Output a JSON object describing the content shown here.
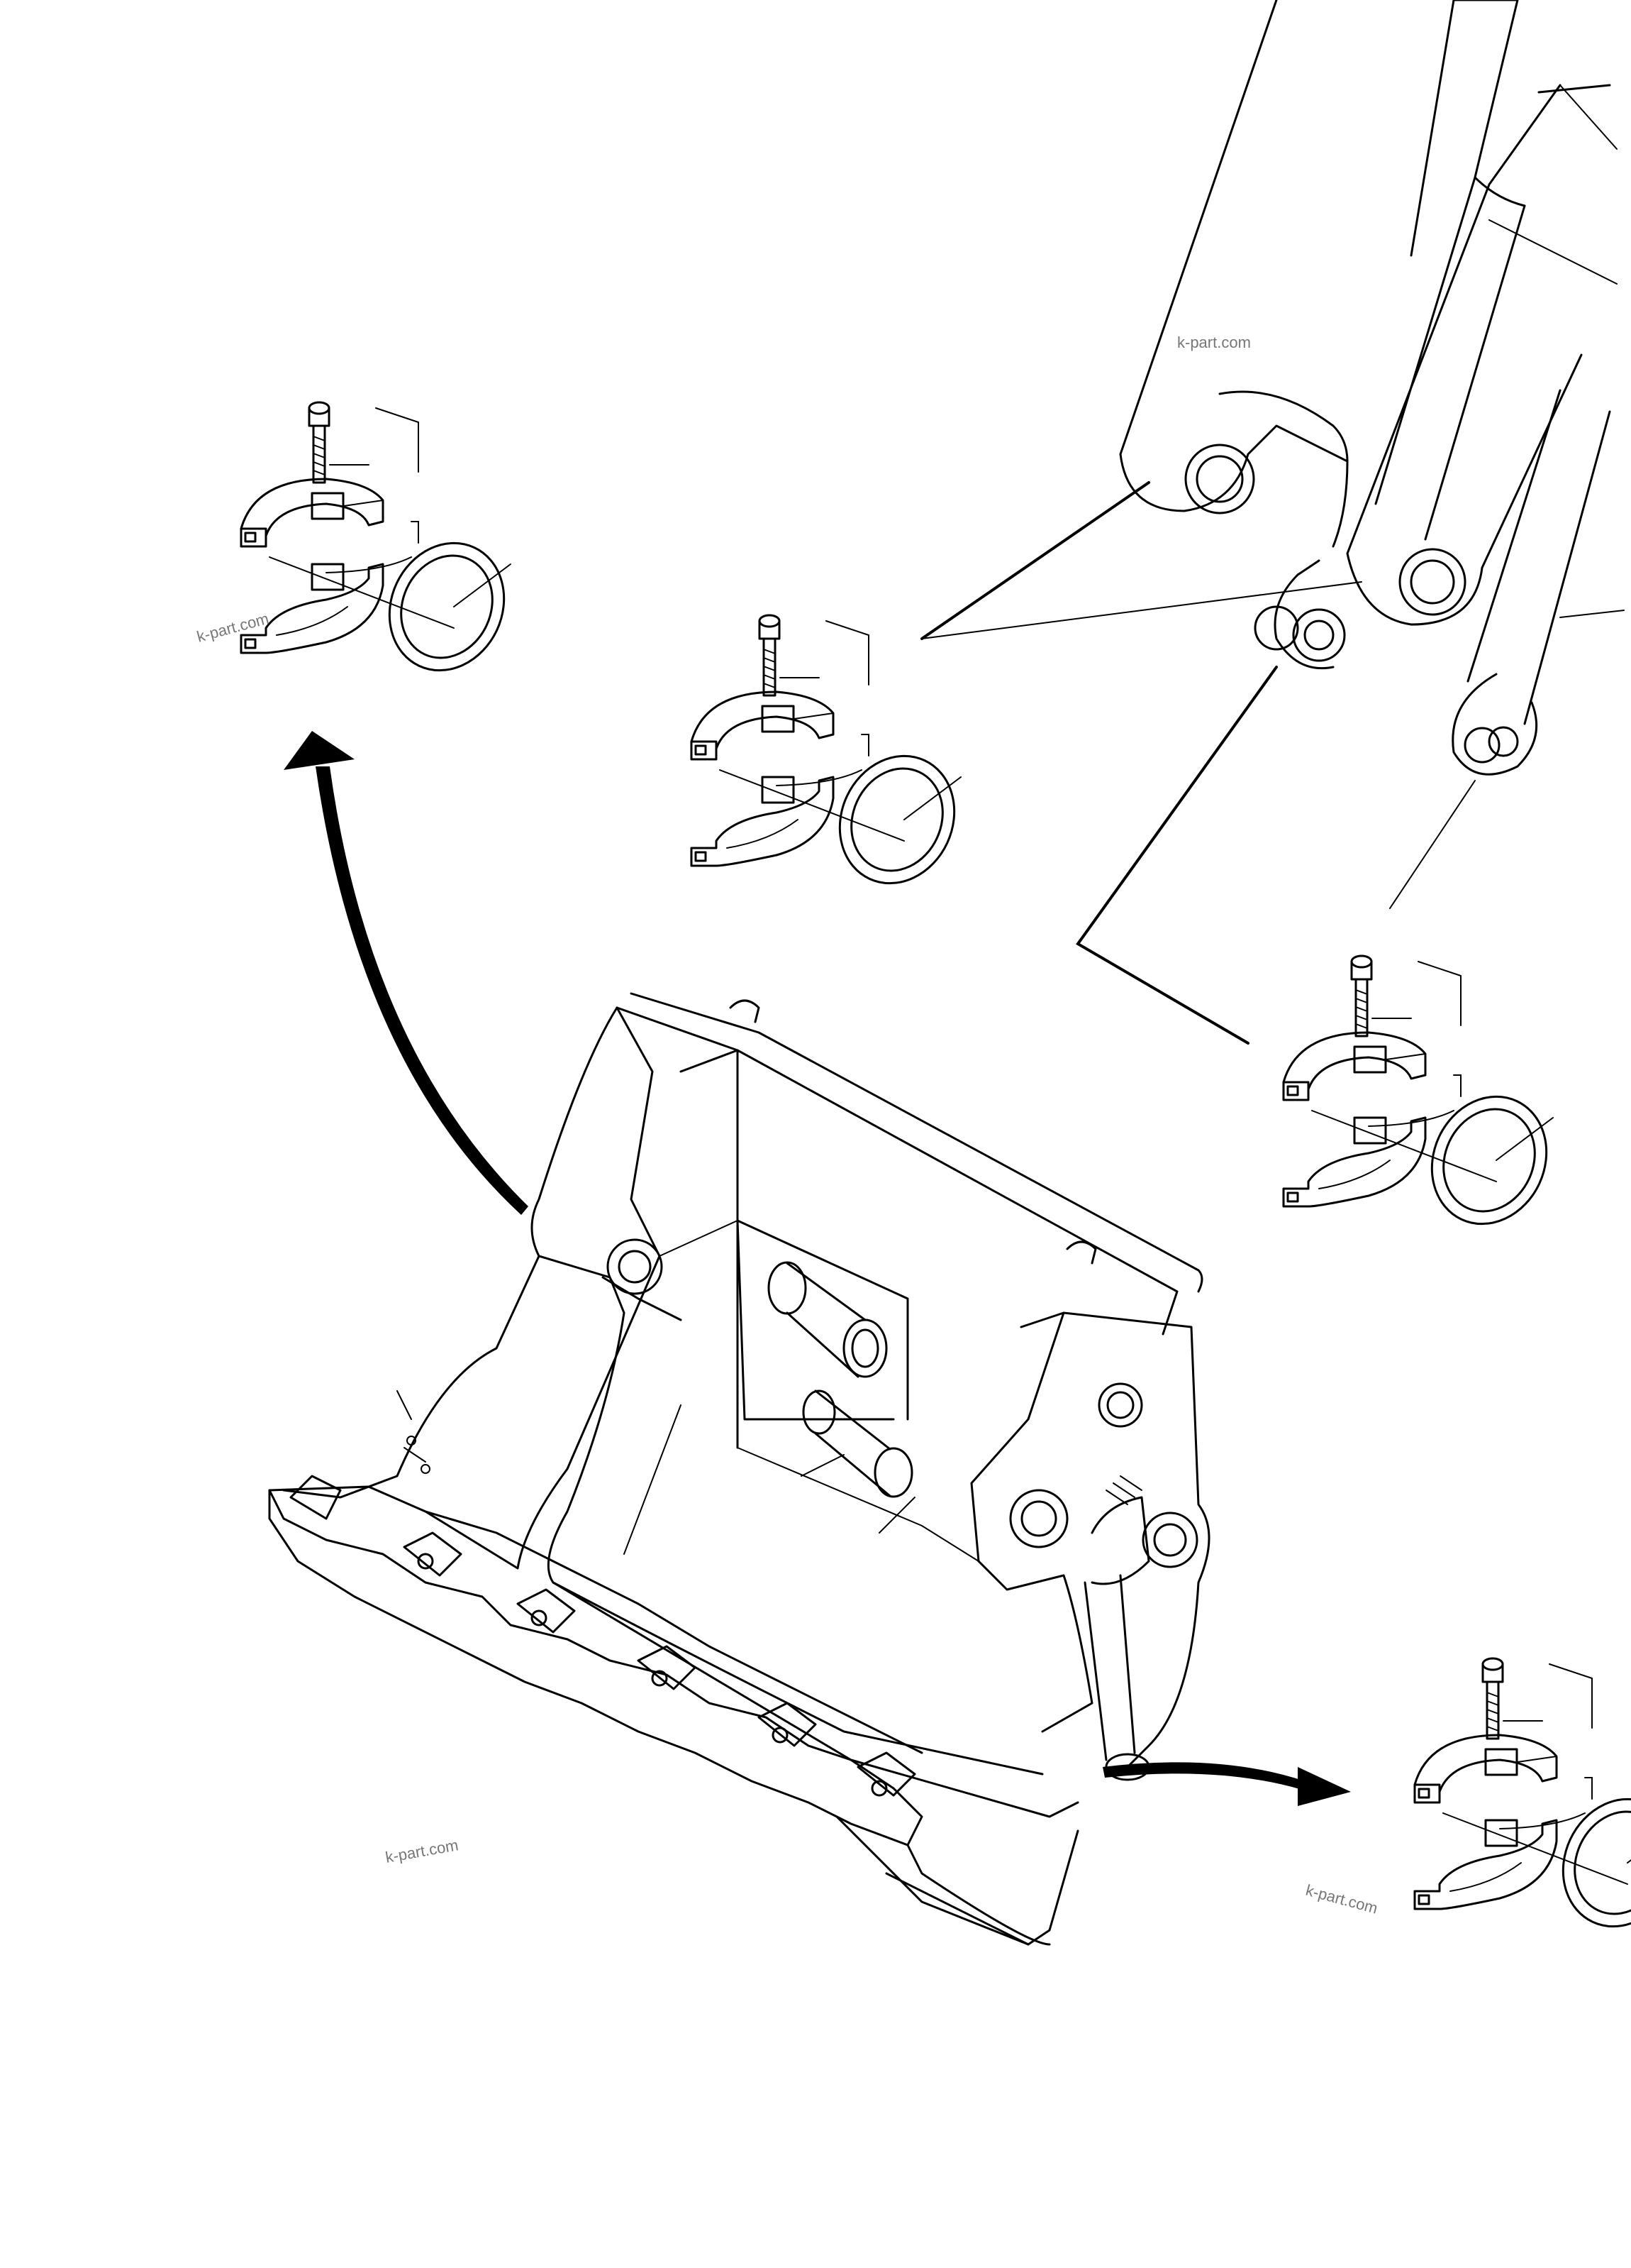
{
  "watermarks": {
    "top_right": "k-part.com",
    "left": "k-part.com",
    "bottom_left": "k-part.com",
    "bottom_right": "k-part.com"
  },
  "colors": {
    "ink": "#000000",
    "watermark": "#777777",
    "paper": "#ffffff"
  },
  "icons": {
    "clamp_assembly": "split-clamp-with-bolt-and-seal-ring",
    "arrow": "curved-arrow"
  }
}
